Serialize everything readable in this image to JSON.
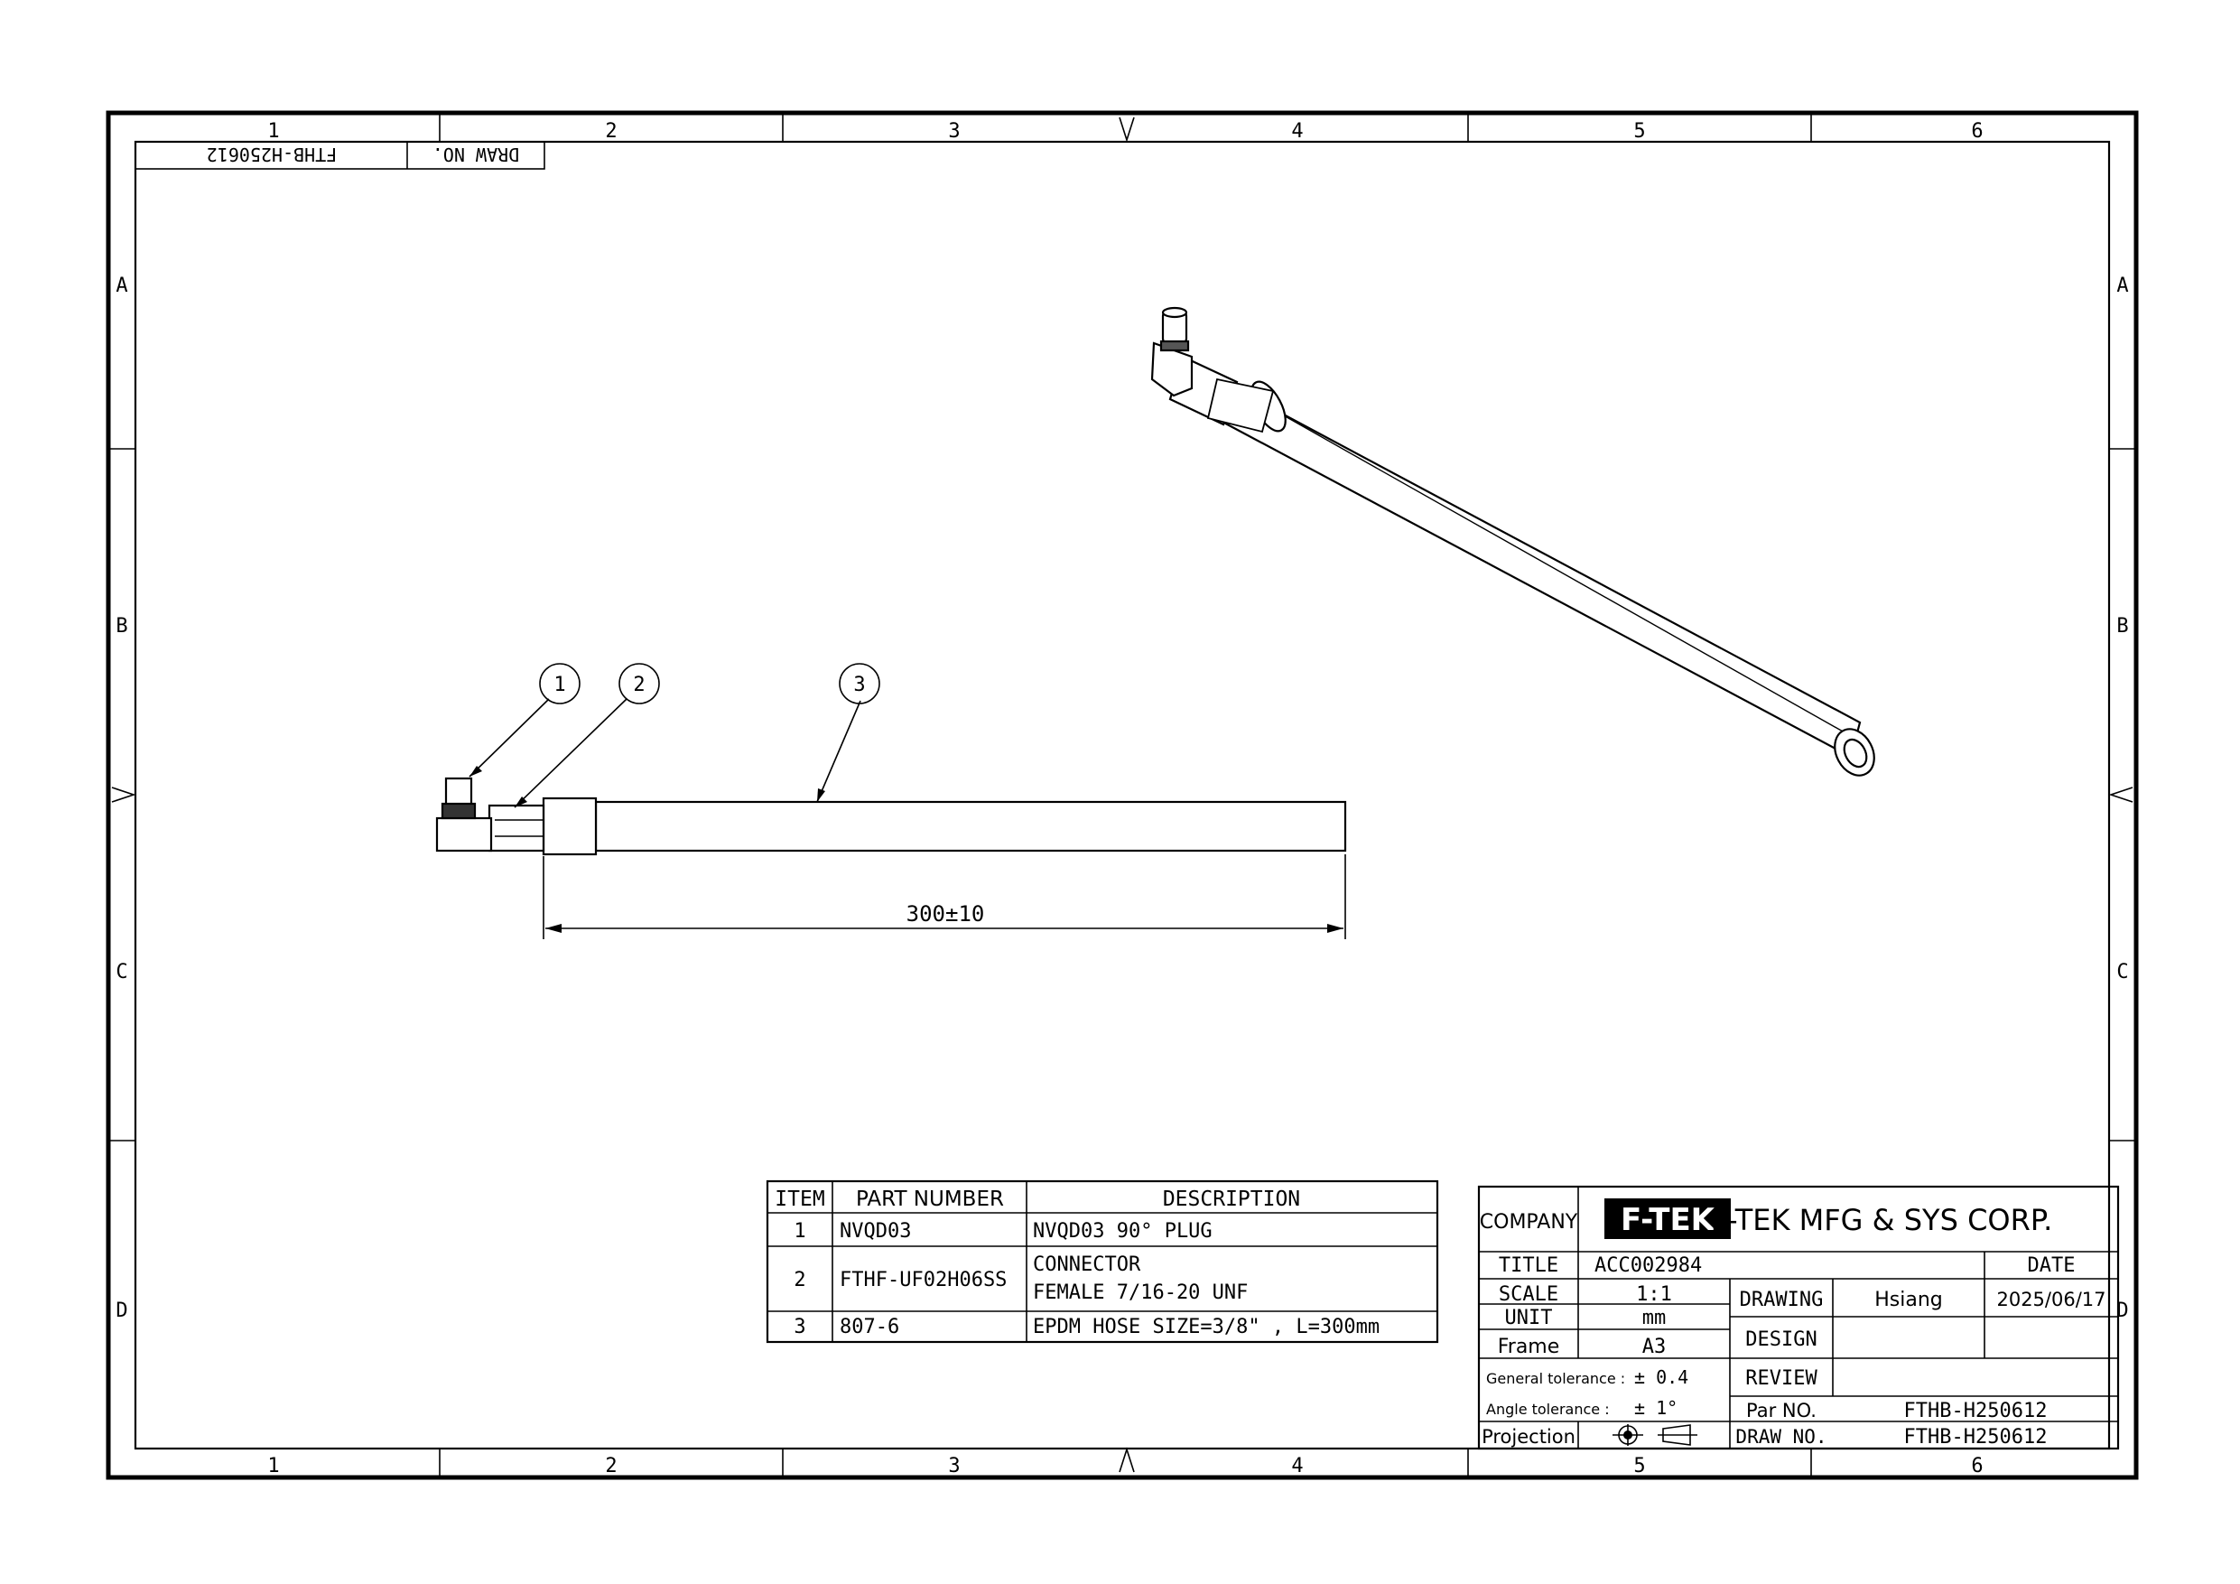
{
  "frame": {
    "top_columns": [
      "1",
      "2",
      "3",
      "4",
      "5",
      "6"
    ],
    "bottom_columns": [
      "1",
      "2",
      "3",
      "4",
      "5",
      "6"
    ],
    "left_rows": [
      "A",
      "B",
      "C",
      "D"
    ],
    "right_rows": [
      "A",
      "B",
      "C",
      "D"
    ]
  },
  "corner_stamp": {
    "label": "DRAW NO.",
    "value": "FTHB-H250612"
  },
  "balloons": [
    "1",
    "2",
    "3"
  ],
  "dimension": {
    "text": "300±10"
  },
  "bom": {
    "headers": [
      "ITEM",
      "PART NUMBER",
      "DESCRIPTION"
    ],
    "rows": [
      {
        "item": "1",
        "part_number": "NVQD03",
        "description": [
          "NVQD03 90° PLUG"
        ]
      },
      {
        "item": "2",
        "part_number": "FTHF-UF02H06SS",
        "description": [
          "CONNECTOR",
          "FEMALE 7/16-20 UNF"
        ]
      },
      {
        "item": "3",
        "part_number": "807-6",
        "description": [
          "EPDM HOSE SIZE=3/8\" , L=300mm"
        ]
      }
    ]
  },
  "title_block": {
    "company_label": "COMPANY",
    "logo_text": "F-TEK",
    "company_name": "F-TEK MFG & SYS CORP.",
    "title_label": "TITLE",
    "title_value": "ACC002984",
    "date_label": "DATE",
    "scale_label": "SCALE",
    "scale_value": "1:1",
    "unit_label": "UNIT",
    "unit_value": "mm",
    "frame_label": "Frame",
    "frame_value": "A3",
    "drawing_label": "DRAWING",
    "drawing_value": "Hsiang",
    "drawing_date": "2025/06/17",
    "design_label": "DESIGN",
    "review_label": "REVIEW",
    "general_tolerance_label": "General tolerance :",
    "general_tolerance_value": "± 0.4",
    "angle_tolerance_label": "Angle tolerance :",
    "angle_tolerance_value": "± 1°",
    "par_no_label": "Par NO.",
    "par_no_value": "FTHB-H250612",
    "draw_no_label": "DRAW NO.",
    "draw_no_value": "FTHB-H250612",
    "projection_label": "Projection"
  }
}
